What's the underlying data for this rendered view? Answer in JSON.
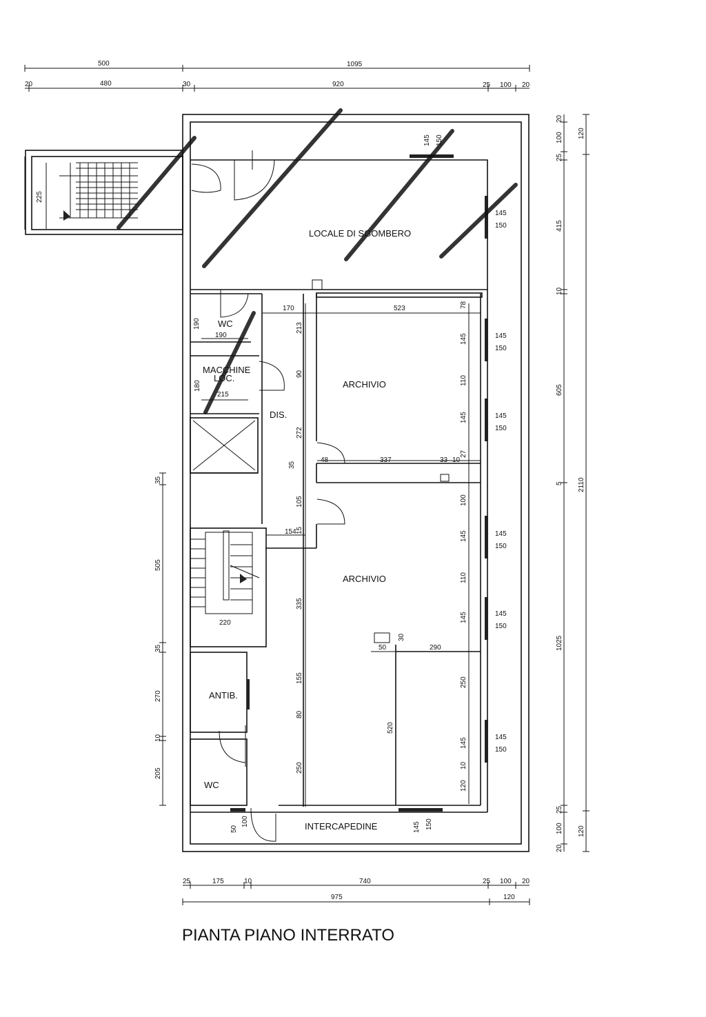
{
  "title": "PIANTA PIANO INTERRATO",
  "rooms": {
    "locale_sgombero": "LOCALE DI SGOMBERO",
    "wc_top": "WC",
    "macchine_1": "MACCHINE",
    "macchine_2": "LOC.",
    "dis": "DIS.",
    "archivio_top": "ARCHIVIO",
    "archivio_bottom": "ARCHIVIO",
    "antib": "ANTIB.",
    "wc_bottom": "WC",
    "intercapedine": "INTERCAPEDINE"
  },
  "dims_top": {
    "row1": [
      "500",
      "1095"
    ],
    "row2": [
      "20",
      "480",
      "30",
      "920",
      "25",
      "100",
      "20"
    ]
  },
  "dims_bottom": {
    "row1": [
      "25",
      "175",
      "10",
      "740",
      "25",
      "100",
      "20"
    ],
    "row2": [
      "975",
      "120"
    ]
  },
  "dims_left": [
    "225",
    "35",
    "505",
    "35",
    "270",
    "10",
    "205"
  ],
  "dims_right": {
    "inner": [
      "20",
      "100",
      "25",
      "415",
      "10",
      "605",
      "5",
      "1025",
      "25",
      "100",
      "20"
    ],
    "outer": [
      "120",
      "2110",
      "120"
    ]
  },
  "dims_interior": {
    "wc_top_h": "190",
    "wc_top_w": "190",
    "macch_h": "180",
    "macch_w": "215",
    "d170": "170",
    "d523": "523",
    "d78": "78",
    "d213": "213",
    "d90": "90",
    "d272": "272",
    "d35": "35",
    "d105": "105",
    "d15": "15",
    "d154": "154",
    "d335": "335",
    "d155": "155",
    "d80": "80",
    "d250": "250",
    "d48": "48",
    "d337": "337",
    "d33": "33",
    "d10": "10",
    "d27": "27",
    "d220": "220",
    "d50": "50",
    "d30": "30",
    "d290": "290",
    "d520": "520",
    "w_145": "145",
    "w_150": "150",
    "v_145a": "145",
    "v_110a": "110",
    "v_145b": "145",
    "v_100": "100",
    "v_145c": "145",
    "v_110b": "110",
    "v_145d": "145",
    "v_250": "250",
    "v_145e": "145",
    "v_10": "10",
    "v_120": "120",
    "b50": "50",
    "b100": "100",
    "b145": "145",
    "b150": "150",
    "t145": "145",
    "t150": "150"
  },
  "windows_right": [
    {
      "a": "145",
      "b": "150"
    },
    {
      "a": "145",
      "b": "150"
    },
    {
      "a": "145",
      "b": "150"
    },
    {
      "a": "145",
      "b": "150"
    },
    {
      "a": "145",
      "b": "150"
    },
    {
      "a": "145",
      "b": "150"
    }
  ]
}
